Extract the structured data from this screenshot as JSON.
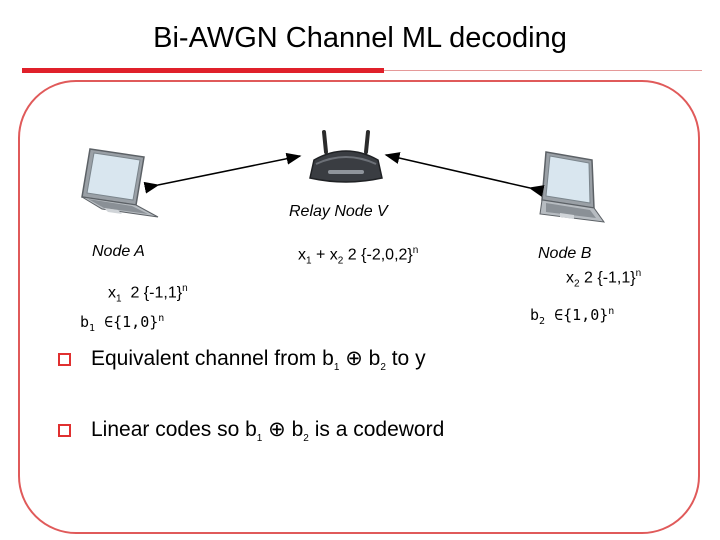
{
  "title": "Bi-AWGN Channel ML decoding",
  "relay_label": "Relay Node V",
  "node_a": {
    "label": "Node A",
    "x_var": "x",
    "x_sub": "1",
    "x_set": "2 {-1,1}",
    "x_exp": "n",
    "b_var": "b",
    "b_sub": "1",
    "b_set": "∈{1,0}",
    "b_exp": "n"
  },
  "node_b": {
    "label": "Node B",
    "x_var": "x",
    "x_sub": "2",
    "x_set": "2 {-1,1}",
    "x_exp": "n",
    "b_var": "b",
    "b_sub": "2",
    "b_set": "∈{1,0}",
    "b_exp": "n"
  },
  "relay_sum": {
    "x1": "x",
    "s1": "1",
    "plus": " + x",
    "s2": "2",
    "set": " 2 {-2,0,2}",
    "exp": "n"
  },
  "bullets": [
    {
      "pre": "Equivalent channel from b",
      "s1": "1",
      "op": " ⊕ b",
      "s2": "2",
      "post": " to y"
    },
    {
      "pre": "Linear codes so b",
      "s1": "1",
      "op": " ⊕ b",
      "s2": "2",
      "post": "  is a codeword"
    }
  ],
  "colors": {
    "accent": "#e0202a",
    "frame": "#e05a5a",
    "bullet": "#e03030"
  },
  "icons": [
    "laptop-icon",
    "router-icon",
    "laptop-icon"
  ]
}
